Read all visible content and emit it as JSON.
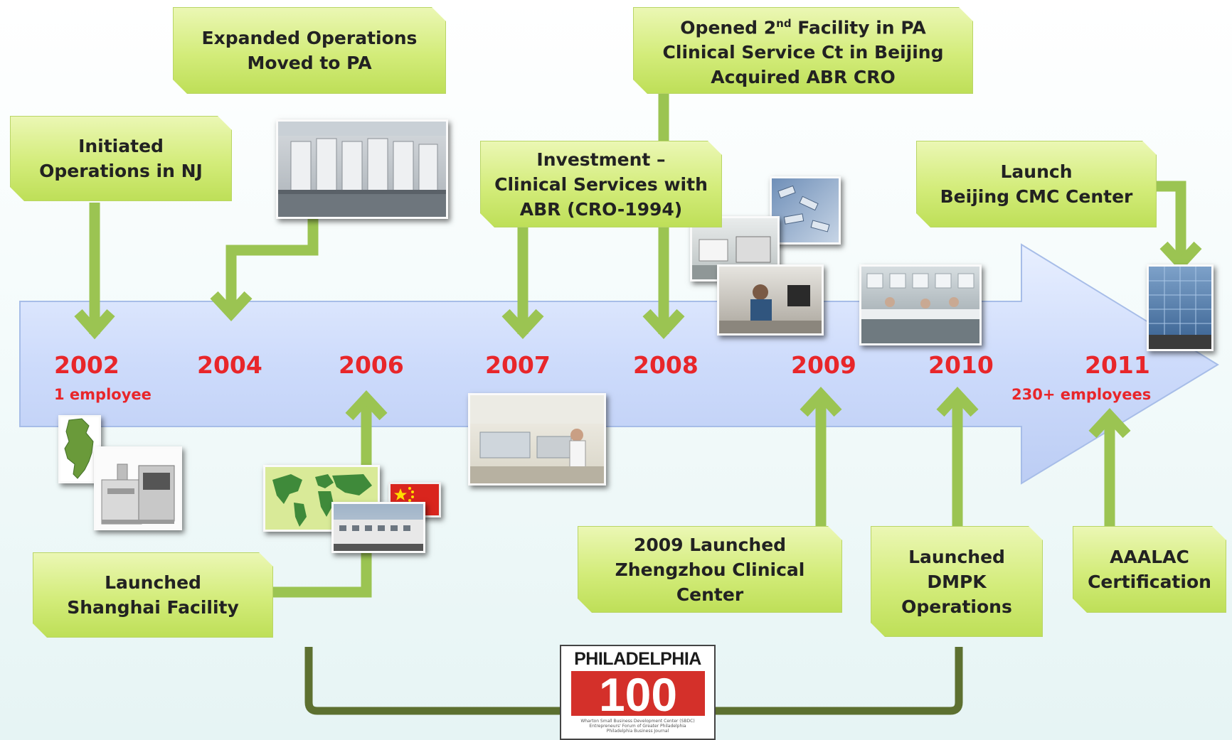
{
  "timeline": {
    "years": [
      "2002",
      "2004",
      "2006",
      "2007",
      "2008",
      "2009",
      "2010",
      "2011"
    ],
    "start_note": "1 employee",
    "end_note": "230+ employees"
  },
  "milestones": {
    "nj": [
      "Initiated",
      "Operations in NJ"
    ],
    "pa": [
      "Expanded Operations",
      "Moved to PA"
    ],
    "shanghai": [
      "Launched",
      "Shanghai Facility"
    ],
    "investment": [
      "Investment –",
      "Clinical Services with",
      "ABR (CRO-1994)"
    ],
    "facility2": {
      "line1_pre": "Opened 2",
      "line1_sup": "nd",
      "line1_post": " Facility in PA",
      "line2": "Clinical Service Ct in Beijing",
      "line3": "Acquired ABR CRO"
    },
    "zhengzhou": [
      "2009 Launched",
      "Zhengzhou Clinical",
      "Center"
    ],
    "dmpk": [
      "Launched",
      "DMPK",
      "Operations"
    ],
    "beijing_cmc": [
      "Launch",
      "Beijing CMC Center"
    ],
    "aaalac": [
      "AAALAC",
      "Certification"
    ]
  },
  "award_logo": {
    "title": "PHILADELPHIA",
    "number": "100",
    "fine_print": [
      "Wharton Small Business Development Center (SBDC)",
      "Entrepreneurs' Forum of Greater Philadelphia",
      "Philadelphia Business Journal"
    ]
  },
  "icons": [
    "new-jersey-map-icon",
    "lab-instrument-photo",
    "lab-equipment-photo",
    "world-map-icon",
    "china-flag-icon",
    "building-photo",
    "clinic-photo",
    "facility-photos",
    "beijing-building-photo"
  ],
  "colors": {
    "year_text": "#e8262a",
    "arrow_fill": "#cbd9fa",
    "connector_green": "#9bc452",
    "box_green": "#d3ec7a",
    "bracket": "#5d7030"
  }
}
